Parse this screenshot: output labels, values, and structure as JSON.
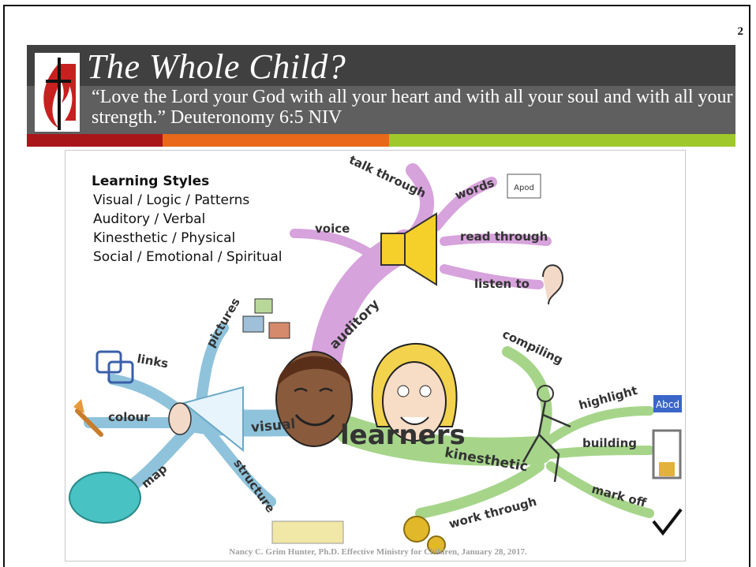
{
  "slide_number": "2",
  "header": {
    "title": "The Whole Child?",
    "subtitle": "“Love the Lord your God with all your heart and with all your soul and with all your strength.” Deuteronomy 6:5 NIV"
  },
  "learning_styles": {
    "heading": "Learning Styles",
    "items": [
      "Visual / Logic / Patterns",
      "Auditory / Verbal",
      "Kinesthetic / Physical",
      "Social / Emotional / Spiritual"
    ]
  },
  "mindmap": {
    "center": "learners",
    "auditory": {
      "label": "auditory",
      "branches": [
        "talk through",
        "voice",
        "words",
        "read through",
        "listen to"
      ]
    },
    "visual": {
      "label": "visual",
      "branches": [
        "pictures",
        "links",
        "colour",
        "map",
        "structure"
      ]
    },
    "kinesthetic": {
      "label": "kinesthetic",
      "branches": [
        "compiling",
        "highlight",
        "building",
        "mark off",
        "work through"
      ]
    },
    "word_card": "Apod",
    "highlight_card": "Abcd"
  },
  "footer": "Nancy C. Grim Hunter, Ph.D. Effective Ministry for Children, January 28, 2017.",
  "colors": {
    "header_dark": "#404040",
    "header_light": "#5f5f5f",
    "bar_red": "#a8161a",
    "bar_orange": "#e9681a",
    "bar_green": "#9fc82a",
    "auditory_branch": "#d7a3dc",
    "visual_branch": "#8fc3db",
    "kinesthetic_branch": "#a6d58a"
  }
}
